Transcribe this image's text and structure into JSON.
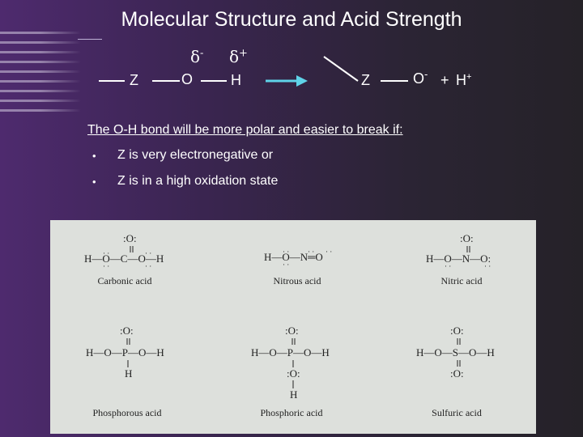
{
  "title": "Molecular Structure and Acid Strength",
  "reaction": {
    "left": {
      "z": "Z",
      "o": "O",
      "h": "H",
      "delta_minus": "δ",
      "delta_minus_sign": "-",
      "delta_plus": "δ",
      "delta_plus_sign": "+"
    },
    "right": {
      "z": "Z",
      "o": "O",
      "o_charge": "-",
      "plus": "+",
      "h_ion": "H",
      "h_charge": "+"
    }
  },
  "explanation": {
    "heading": "The O-H bond will be more polar and easier to break if:",
    "bullets": [
      {
        "marker": "•",
        "text": "Z is very electronegative or"
      },
      {
        "marker": "•",
        "text": "Z is in a high oxidation state"
      }
    ]
  },
  "acids": [
    {
      "name": "Carbonic acid"
    },
    {
      "name": "Nitrous acid"
    },
    {
      "name": "Nitric acid"
    },
    {
      "name": "Phosphorous acid"
    },
    {
      "name": "Phosphoric acid"
    },
    {
      "name": "Sulfuric acid"
    }
  ],
  "colors": {
    "background": "#3a2550",
    "panel": "#dde0dc",
    "arrow": "#5fd3e8"
  }
}
